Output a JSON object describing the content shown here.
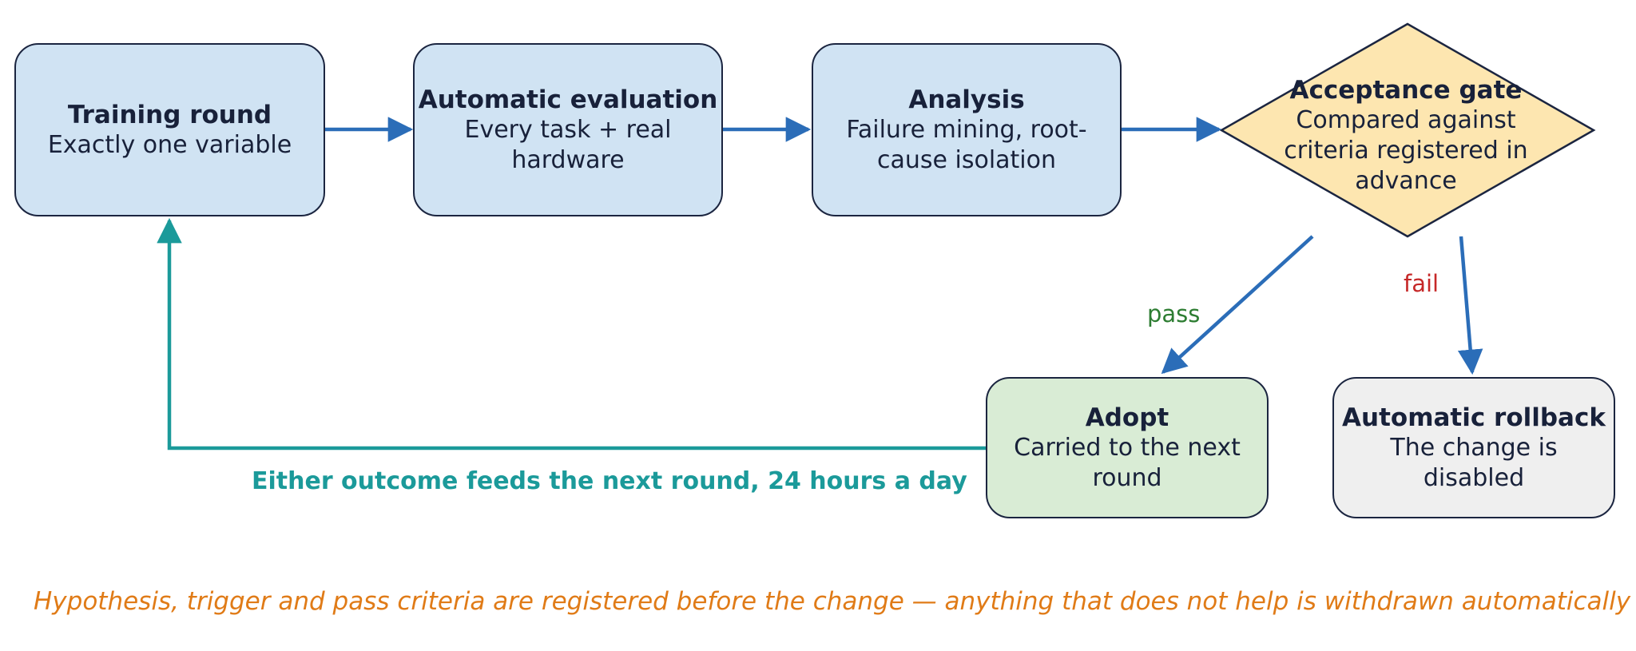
{
  "nodes": {
    "training": {
      "title": "Training round",
      "sub": "Exactly one variable"
    },
    "evaluation": {
      "title": "Automatic evaluation",
      "sub": "Every task + real hardware"
    },
    "analysis": {
      "title": "Analysis",
      "sub": "Failure mining, root-cause isolation"
    },
    "gate": {
      "title": "Acceptance gate",
      "sub": "Compared against criteria registered in advance"
    },
    "adopt": {
      "title": "Adopt",
      "sub": "Carried to the next round"
    },
    "rollback": {
      "title": "Automatic rollback",
      "sub": "The change is disabled"
    }
  },
  "edges": {
    "pass_label": "pass",
    "fail_label": "fail",
    "loop_label": "Either outcome feeds the next round, 24 hours a day"
  },
  "footnote": "Hypothesis, trigger and pass criteria are registered before the change — anything that does not help is withdrawn automatically",
  "colors": {
    "process_fill": "#d0e3f3",
    "decision_fill": "#fde6b0",
    "adopt_fill": "#d9ecd5",
    "rollback_fill": "#efefef",
    "flow_arrow": "#2b6db8",
    "loop_arrow": "#1b9a9a",
    "pass_text": "#2d7d32",
    "fail_text": "#c62828",
    "footnote_text": "#e07b17"
  }
}
